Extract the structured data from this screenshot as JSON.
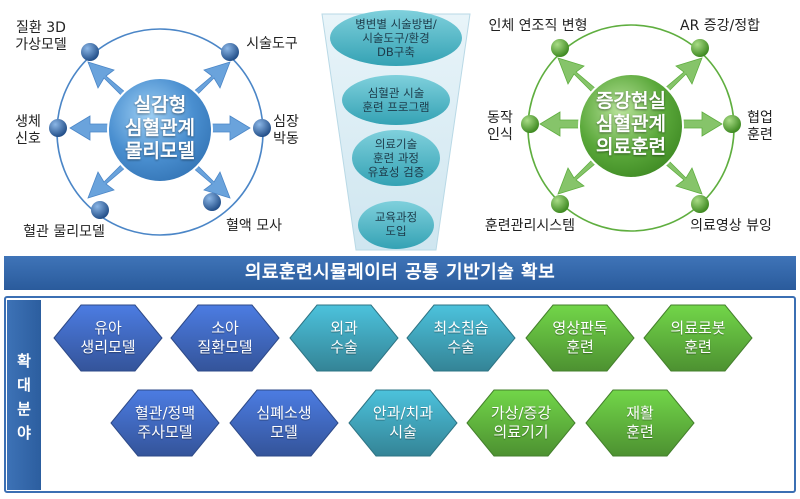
{
  "left_hub": {
    "line1": "실감형",
    "line2": "심혈관계",
    "line3": "물리모델"
  },
  "left_nodes": [
    {
      "line1": "질환 3D",
      "line2": "가상모델"
    },
    {
      "line1": "시술도구",
      "line2": ""
    },
    {
      "line1": "생체",
      "line2": "신호"
    },
    {
      "line1": "심장",
      "line2": "박동"
    },
    {
      "line1": "혈관 물리모델",
      "line2": ""
    },
    {
      "line1": "혈액 모사",
      "line2": ""
    }
  ],
  "funnel_steps": [
    {
      "line1": "병변별 시술방법/",
      "line2": "시술도구/환경",
      "line3": "DB구축"
    },
    {
      "line1": "심혈관 시술",
      "line2": "훈련 프로그램",
      "line3": ""
    },
    {
      "line1": "의료기술",
      "line2": "훈련 과정",
      "line3": "유효성 검증"
    },
    {
      "line1": "교육과정",
      "line2": "도입",
      "line3": ""
    }
  ],
  "right_hub": {
    "line1": "증강현실",
    "line2": "심혈관계",
    "line3": "의료훈련"
  },
  "right_nodes": [
    {
      "line1": "인체 연조직 변형",
      "line2": ""
    },
    {
      "line1": "AR 증강/정합",
      "line2": ""
    },
    {
      "line1": "동작",
      "line2": "인식"
    },
    {
      "line1": "협업",
      "line2": "훈련"
    },
    {
      "line1": "훈련관리시스템",
      "line2": ""
    },
    {
      "line1": "의료영상 뷰잉",
      "line2": ""
    }
  ],
  "banner": "의료훈련시뮬레이터 공통 기반기술 확보",
  "side_label": [
    "확",
    "대",
    "분",
    "야"
  ],
  "hexagons": [
    {
      "line1": "유아",
      "line2": "생리모델",
      "color": "#3d63b5"
    },
    {
      "line1": "소아",
      "line2": "질환모델",
      "color": "#3d63b5"
    },
    {
      "line1": "외과",
      "line2": "수술",
      "color": "#3d9bb0"
    },
    {
      "line1": "최소침습",
      "line2": "수술",
      "color": "#3d9bb0"
    },
    {
      "line1": "영상판독",
      "line2": "훈련",
      "color": "#5bab3a"
    },
    {
      "line1": "의료로봇",
      "line2": "훈련",
      "color": "#5bab3a"
    },
    {
      "line1": "혈관/정맥",
      "line2": "주사모델",
      "color": "#3d63b5"
    },
    {
      "line1": "심폐소생",
      "line2": "모델",
      "color": "#3d63b5"
    },
    {
      "line1": "안과/치과",
      "line2": "시술",
      "color": "#3d9bb0"
    },
    {
      "line1": "가상/증강",
      "line2": "의료기기",
      "color": "#5bab3a"
    },
    {
      "line1": "재활",
      "line2": "훈련",
      "color": "#5bab3a"
    }
  ],
  "colors": {
    "left_hub": "#4a8fd0",
    "left_node": "#2e5f9c",
    "left_ring": "#4b86c7",
    "left_arrow": "#6aa3dc",
    "right_hub": "#5aa83a",
    "right_node": "#4f9a2c",
    "right_ring": "#5fae3f",
    "right_arrow": "#86c46a",
    "funnel": "#4fb7c6",
    "banner": "#2f63a8"
  }
}
